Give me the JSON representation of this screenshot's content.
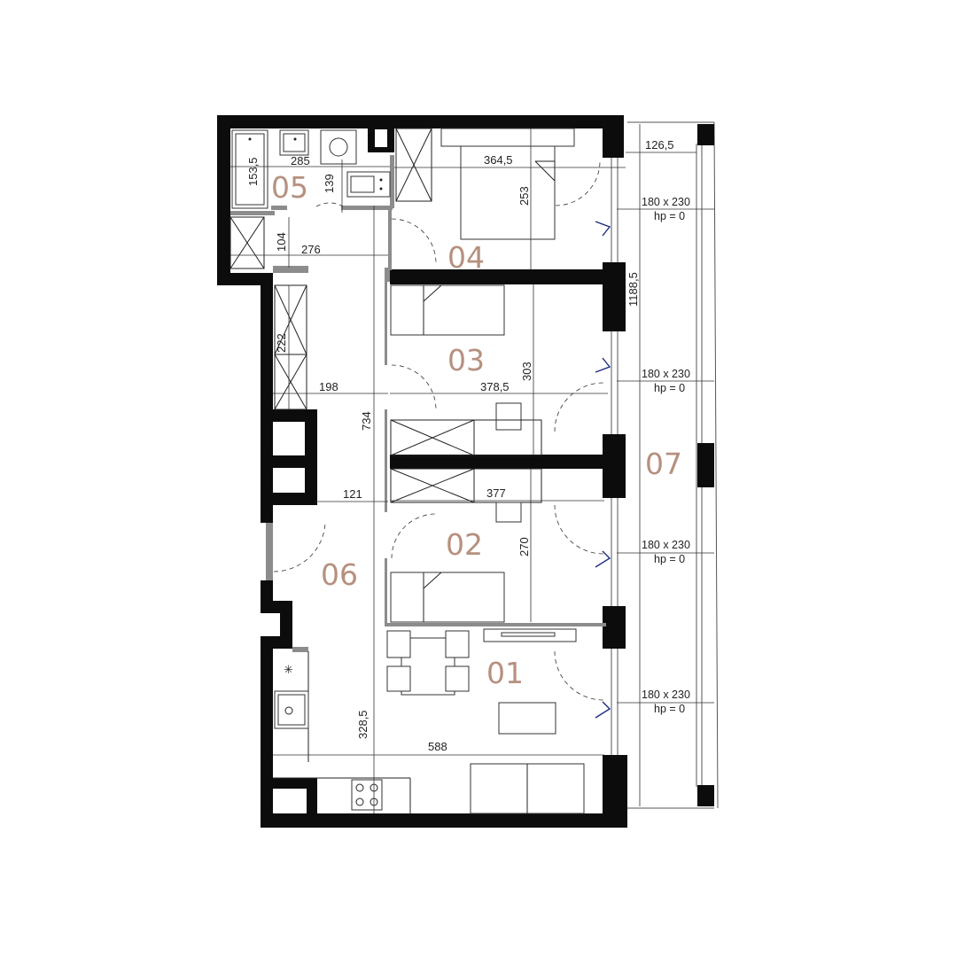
{
  "rooms": {
    "r01": "01",
    "r02": "02",
    "r03": "03",
    "r04": "04",
    "r05": "05",
    "r06": "06",
    "r07": "07"
  },
  "dimensions": {
    "d285": "285",
    "d364_5": "364,5",
    "d126_5": "126,5",
    "d153_5": "153,5",
    "d139": "139",
    "d253": "253",
    "d104": "104",
    "d276": "276",
    "d1188_5": "1188,5",
    "d222": "222",
    "d198": "198",
    "d378_5": "378,5",
    "d303": "303",
    "d734": "734",
    "d121": "121",
    "d377": "377",
    "d270": "270",
    "d328_5": "328,5",
    "d588": "588"
  },
  "windows": [
    {
      "size": "180 x 230",
      "hp": "hp = 0"
    },
    {
      "size": "180 x 230",
      "hp": "hp = 0"
    },
    {
      "size": "180 x 230",
      "hp": "hp = 0"
    },
    {
      "size": "180 x 230",
      "hp": "hp = 0"
    }
  ]
}
